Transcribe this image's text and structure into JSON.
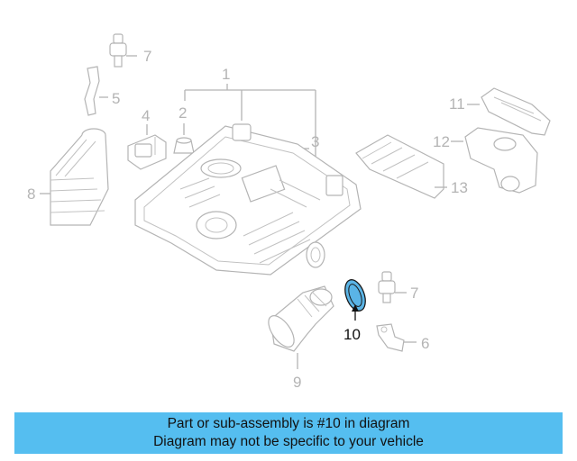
{
  "callouts": {
    "c1": "1",
    "c2": "2",
    "c3": "3",
    "c4": "4",
    "c5": "5",
    "c6": "6",
    "c7a": "7",
    "c7b": "7",
    "c8": "8",
    "c9": "9",
    "c10": "10",
    "c11": "11",
    "c12": "12",
    "c13": "13"
  },
  "highlighted_part": "10",
  "colors": {
    "highlight_fill": "#5ab4e6",
    "caption_bg": "#55bef0",
    "line_art": "#b4b4b4"
  },
  "caption": {
    "line1": "Part or sub-assembly is #10 in diagram",
    "line2": "Diagram may not be specific to your vehicle"
  }
}
